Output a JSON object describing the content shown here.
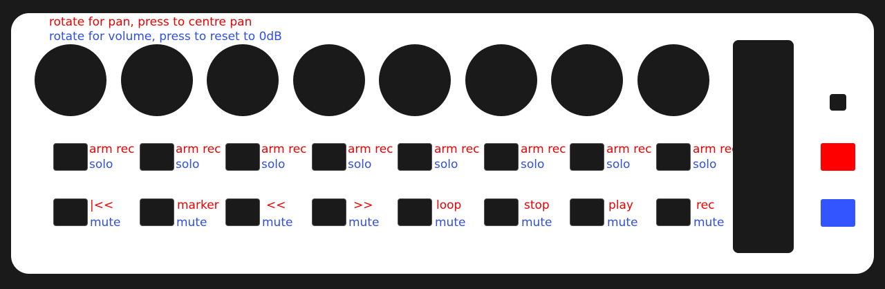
{
  "legend": {
    "pan": "rotate for pan, press to centre pan",
    "volume": "rotate for volume, press to reset to 0dB"
  },
  "channels": [
    {
      "top_red": "arm rec",
      "top_blue": "solo",
      "bottom_red": "|<<",
      "bottom_blue": "mute"
    },
    {
      "top_red": "arm rec",
      "top_blue": "solo",
      "bottom_red": "marker",
      "bottom_blue": "mute"
    },
    {
      "top_red": "arm rec",
      "top_blue": "solo",
      "bottom_red": "<<",
      "bottom_blue": "mute"
    },
    {
      "top_red": "arm rec",
      "top_blue": "solo",
      "bottom_red": ">>",
      "bottom_blue": "mute"
    },
    {
      "top_red": "arm rec",
      "top_blue": "solo",
      "bottom_red": "loop",
      "bottom_blue": "mute"
    },
    {
      "top_red": "arm rec",
      "top_blue": "solo",
      "bottom_red": "stop",
      "bottom_blue": "mute"
    },
    {
      "top_red": "arm rec",
      "top_blue": "solo",
      "bottom_red": "play",
      "bottom_blue": "mute"
    },
    {
      "top_red": "arm rec",
      "top_blue": "solo",
      "bottom_red": "rec",
      "bottom_blue": "mute"
    }
  ],
  "colors": {
    "red_accent": "#ee0000",
    "blue_accent": "#2f4fe0",
    "red_button": "#ff0000",
    "blue_button": "#3355ff",
    "hardware": "#1b1a1a"
  }
}
